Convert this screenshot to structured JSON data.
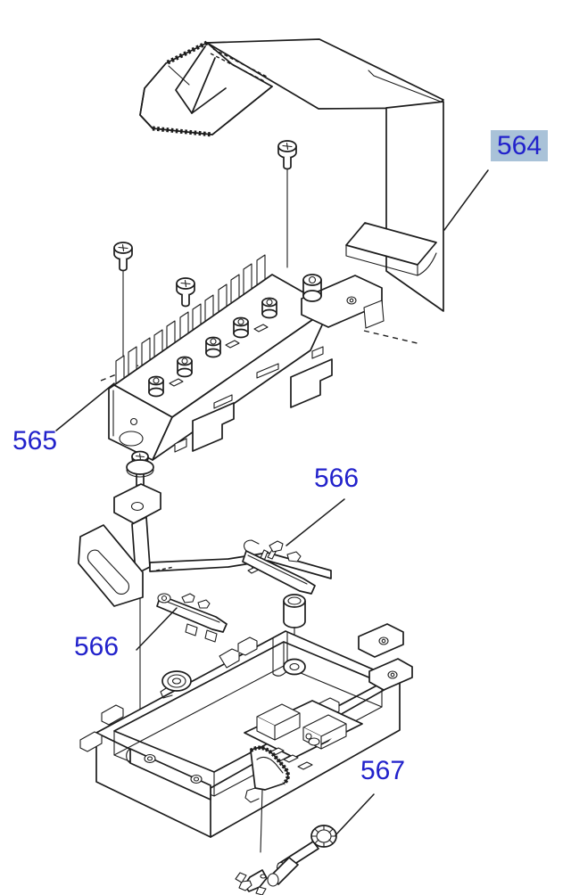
{
  "diagram": {
    "type": "exploded-parts-view",
    "background_color": "#ffffff",
    "line_color": "#1c1c1c",
    "label_color": "#2222cb",
    "highlight_color": "#a9c2d8",
    "labels": [
      {
        "text": "564",
        "highlighted": true
      },
      {
        "text": "565",
        "highlighted": false
      },
      {
        "text": "566",
        "highlighted": false
      },
      {
        "text": "566",
        "highlighted": false
      },
      {
        "text": "567",
        "highlighted": false
      }
    ]
  }
}
